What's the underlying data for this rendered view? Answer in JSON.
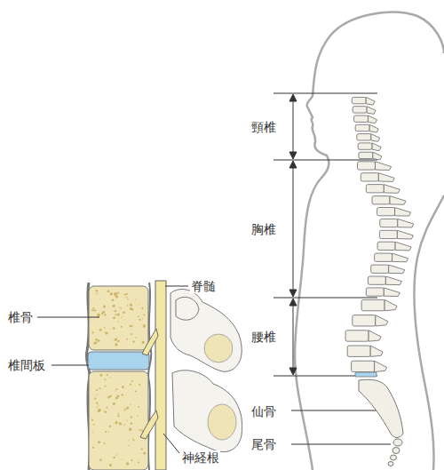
{
  "diagram": {
    "labels": [
      "頸椎",
      "胸椎",
      "腰椎",
      "仙骨",
      "尾骨",
      "脊髄",
      "椎骨",
      "椎間板",
      "神経根"
    ]
  }
}
